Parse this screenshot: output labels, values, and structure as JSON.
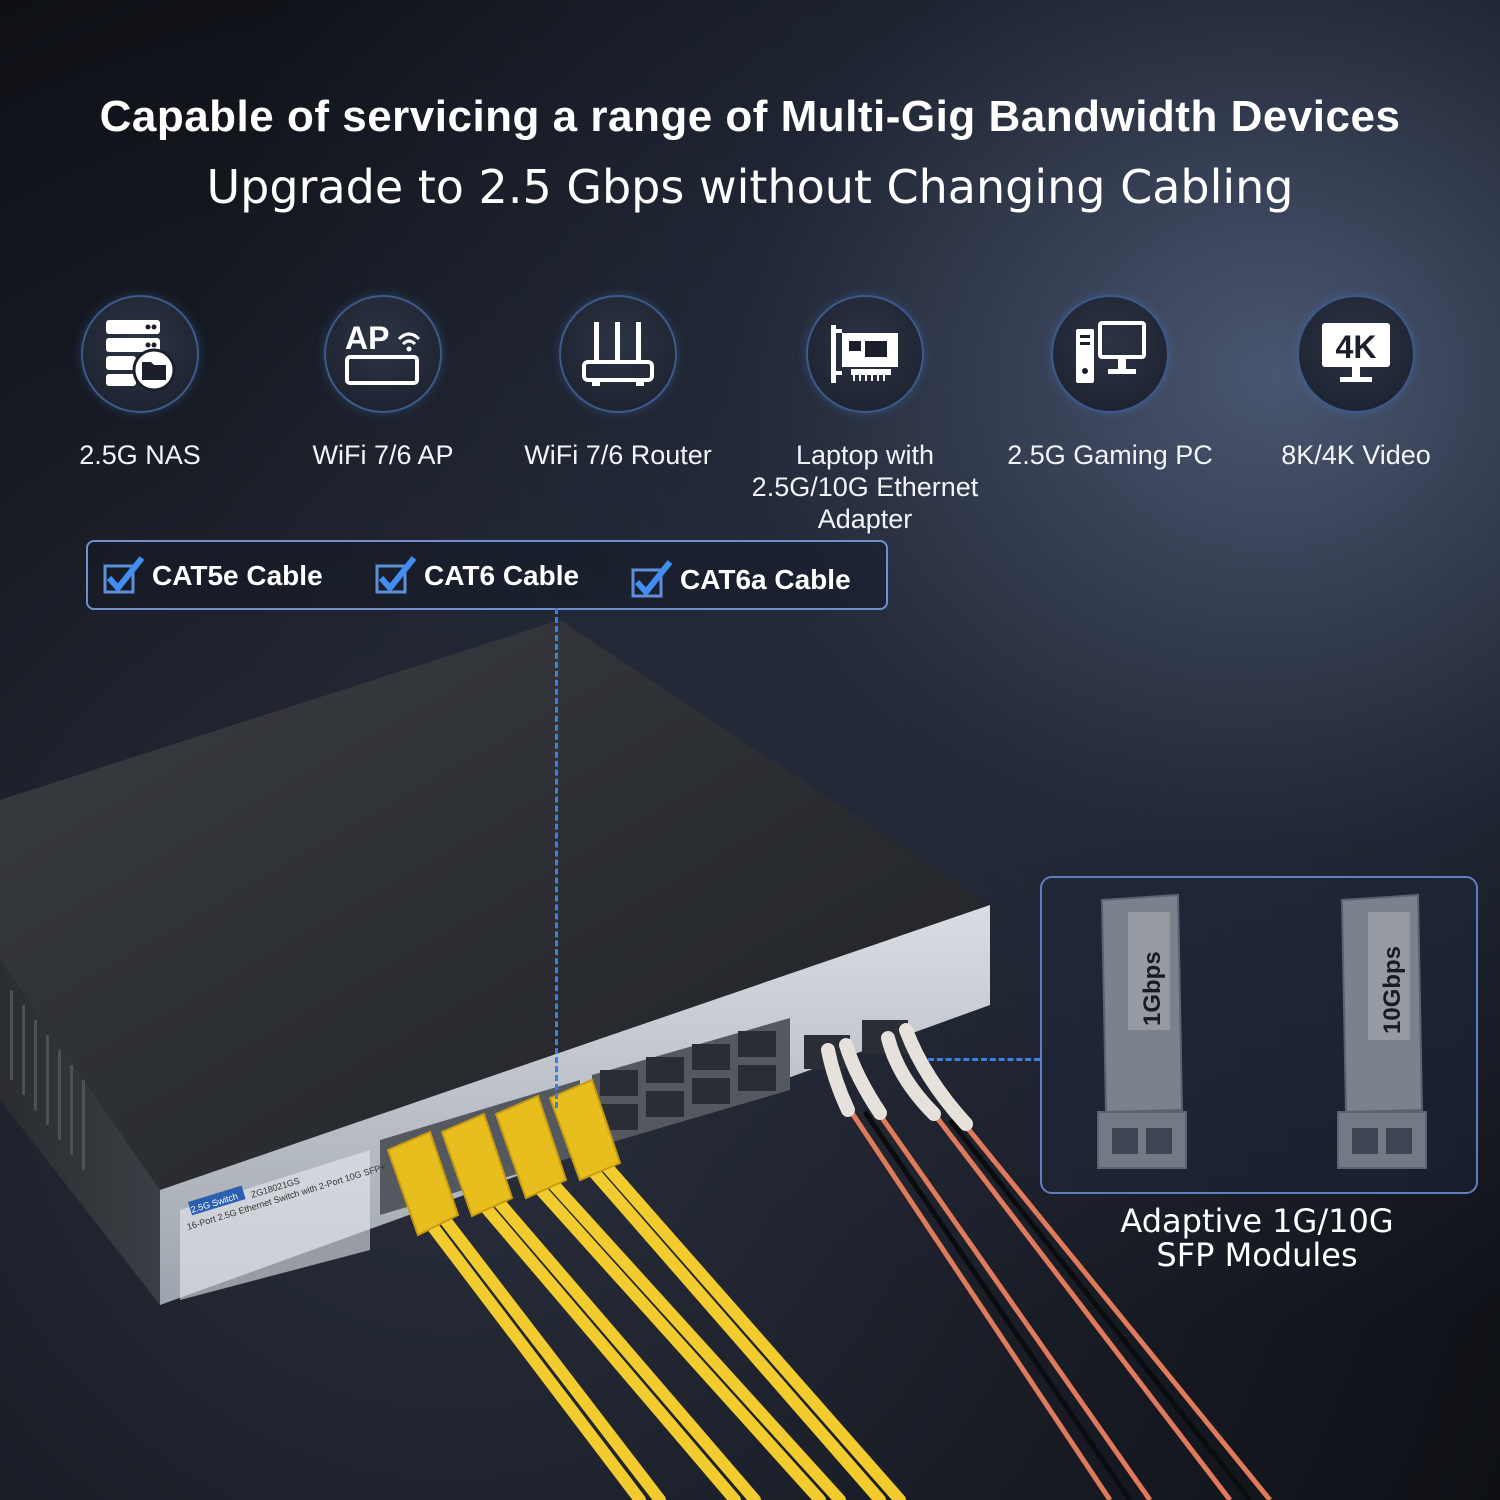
{
  "heading": {
    "title": "Capable of servicing a range of Multi-Gig Bandwidth Devices",
    "subtitle": "Upgrade to 2.5 Gbps without Changing Cabling"
  },
  "devices": [
    {
      "icon": "nas-icon",
      "label": "2.5G NAS"
    },
    {
      "icon": "access-point-icon",
      "label": "WiFi 7/6 AP"
    },
    {
      "icon": "router-icon",
      "label": "WiFi 7/6 Router"
    },
    {
      "icon": "ethernet-adapter-icon",
      "label": "Laptop with 2.5G/10G Ethernet Adapter"
    },
    {
      "icon": "desktop-pc-icon",
      "label": "2.5G Gaming PC"
    },
    {
      "icon": "4k-monitor-icon",
      "label": "8K/4K Video"
    }
  ],
  "icon_text": {
    "ap": "AP",
    "video": "4K"
  },
  "cables": [
    {
      "label": "CAT5e Cable"
    },
    {
      "label": "CAT6 Cable"
    },
    {
      "label": "CAT6a Cable"
    }
  ],
  "sfp": {
    "modules": [
      "1Gbps",
      "10Gbps"
    ],
    "caption_line1": "Adaptive 1G/10G",
    "caption_line2": "SFP Modules"
  },
  "switch": {
    "brand_badge": "2.5G Switch",
    "model": "ZG18021GS",
    "description": "16-Port 2.5G Ethernet Switch with 2-Port 10G SFP+"
  },
  "colors": {
    "accent_blue": "#3c7fe0",
    "check_blue": "#3f8ef0",
    "cable_yellow": "#f2cc2e",
    "fiber_orange": "#e07a5a"
  }
}
